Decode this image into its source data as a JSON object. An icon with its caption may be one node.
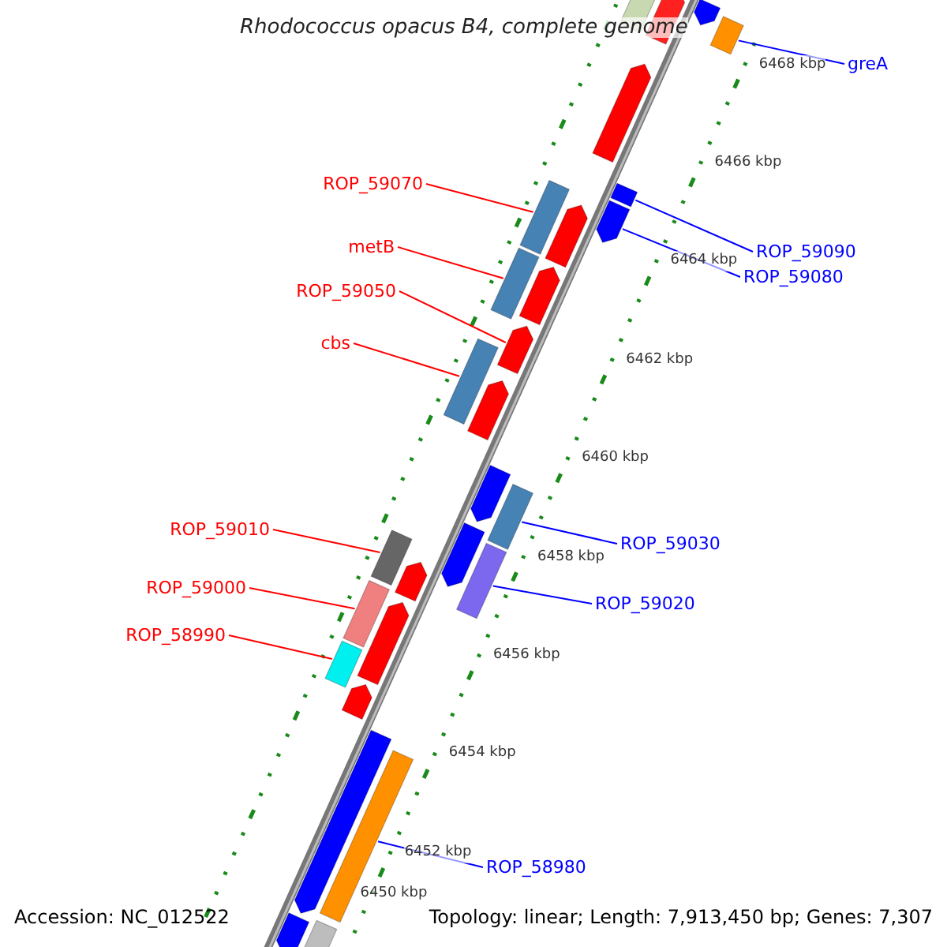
{
  "diagram": {
    "title": "Rhodococcus opacus B4, complete genome",
    "nodes": [
      {
        "text": [
          "ROP_59070"
        ]
      },
      {
        "text": [
          "metB"
        ]
      },
      {
        "text": [
          "ROP_59050"
        ]
      },
      {
        "text": [
          "cbs"
        ]
      },
      {
        "text": [
          "ROP_59010"
        ]
      },
      {
        "text": [
          "ROP_59000"
        ]
      },
      {
        "text": [
          "ROP_58990"
        ]
      },
      {
        "text": [
          "greA"
        ]
      },
      {
        "text": [
          "ROP_59090"
        ]
      },
      {
        "text": [
          "ROP_59080"
        ]
      },
      {
        "text": [
          "ROP_59030"
        ]
      },
      {
        "text": [
          "ROP_59020"
        ]
      },
      {
        "text": [
          "ROP_58980"
        ]
      },
      {
        "text": [],
        "shape": "bar"
      },
      {
        "text": [],
        "shape": "bar"
      },
      {
        "text": [],
        "shape": "bar"
      },
      {
        "text": [],
        "shape": "bar"
      },
      {
        "text": [],
        "shape": "bar"
      },
      {
        "text": [],
        "shape": "bar"
      },
      {
        "text": [],
        "shape": "bar"
      },
      {
        "text": [],
        "shape": "bar"
      },
      {
        "text": [],
        "shape": "bar"
      },
      {
        "text": [],
        "shape": "bar"
      },
      {
        "text": [],
        "shape": "bar"
      },
      {
        "text": [],
        "shape": "bar"
      },
      {
        "text": [],
        "shape": "bar"
      },
      {
        "text": [],
        "shape": "bar"
      },
      {
        "text": [],
        "shape": "bar"
      },
      {
        "text": [],
        "shape": "bar"
      },
      {
        "text": [],
        "shape": "bar"
      },
      {
        "text": [],
        "shape": "bar"
      },
      {
        "text": [],
        "shape": "bar"
      },
      {
        "text": [],
        "shape": "bar"
      },
      {
        "text": [],
        "shape": "bar"
      },
      {
        "text": [],
        "shape": "bar"
      },
      {
        "text": [],
        "shape": "bar"
      },
      {
        "text": [],
        "shape": "bar"
      },
      {
        "text": [],
        "shape": "bar"
      },
      {
        "text": [],
        "shape": "bar"
      },
      {
        "text": [],
        "shape": "bar"
      },
      {
        "text": [],
        "shape": "bar"
      }
    ],
    "edges": [
      {
        "from": 0,
        "to": 13,
        "arrow": "none"
      },
      {
        "from": 1,
        "to": 14,
        "arrow": "none"
      },
      {
        "from": 2,
        "to": 15,
        "arrow": "none"
      },
      {
        "from": 3,
        "to": 16,
        "arrow": "none"
      },
      {
        "from": 4,
        "to": 17,
        "arrow": "none"
      },
      {
        "from": 5,
        "to": 18,
        "arrow": "none"
      },
      {
        "from": 6,
        "to": 19,
        "arrow": "none"
      },
      {
        "from": 7,
        "to": 20,
        "arrow": "none",
        "color": "#0000ff"
      },
      {
        "from": 8,
        "to": 21,
        "arrow": "none",
        "color": "#0000ff"
      },
      {
        "from": 9,
        "to": 22,
        "arrow": "none",
        "color": "#0000ff"
      },
      {
        "from": 10,
        "to": 23,
        "arrow": "none",
        "color": "#0000ff"
      },
      {
        "from": 11,
        "to": 24,
        "arrow": "none",
        "color": "#0000ff"
      },
      {
        "from": 12,
        "to": 25,
        "arrow": "none",
        "color": "#0000ff"
      }
    ],
    "labels": [
      "6468 kbp",
      "6466 kbp",
      "6464 kbp",
      "6462 kbp",
      "6460 kbp",
      "6458 kbp",
      "6456 kbp",
      "6454 kbp",
      "6452 kbp",
      "6450 kbp",
      "Accession: NC_012522",
      "Topology: linear; Length: 7,913,450 bp; Genes: 7,307"
    ]
  }
}
